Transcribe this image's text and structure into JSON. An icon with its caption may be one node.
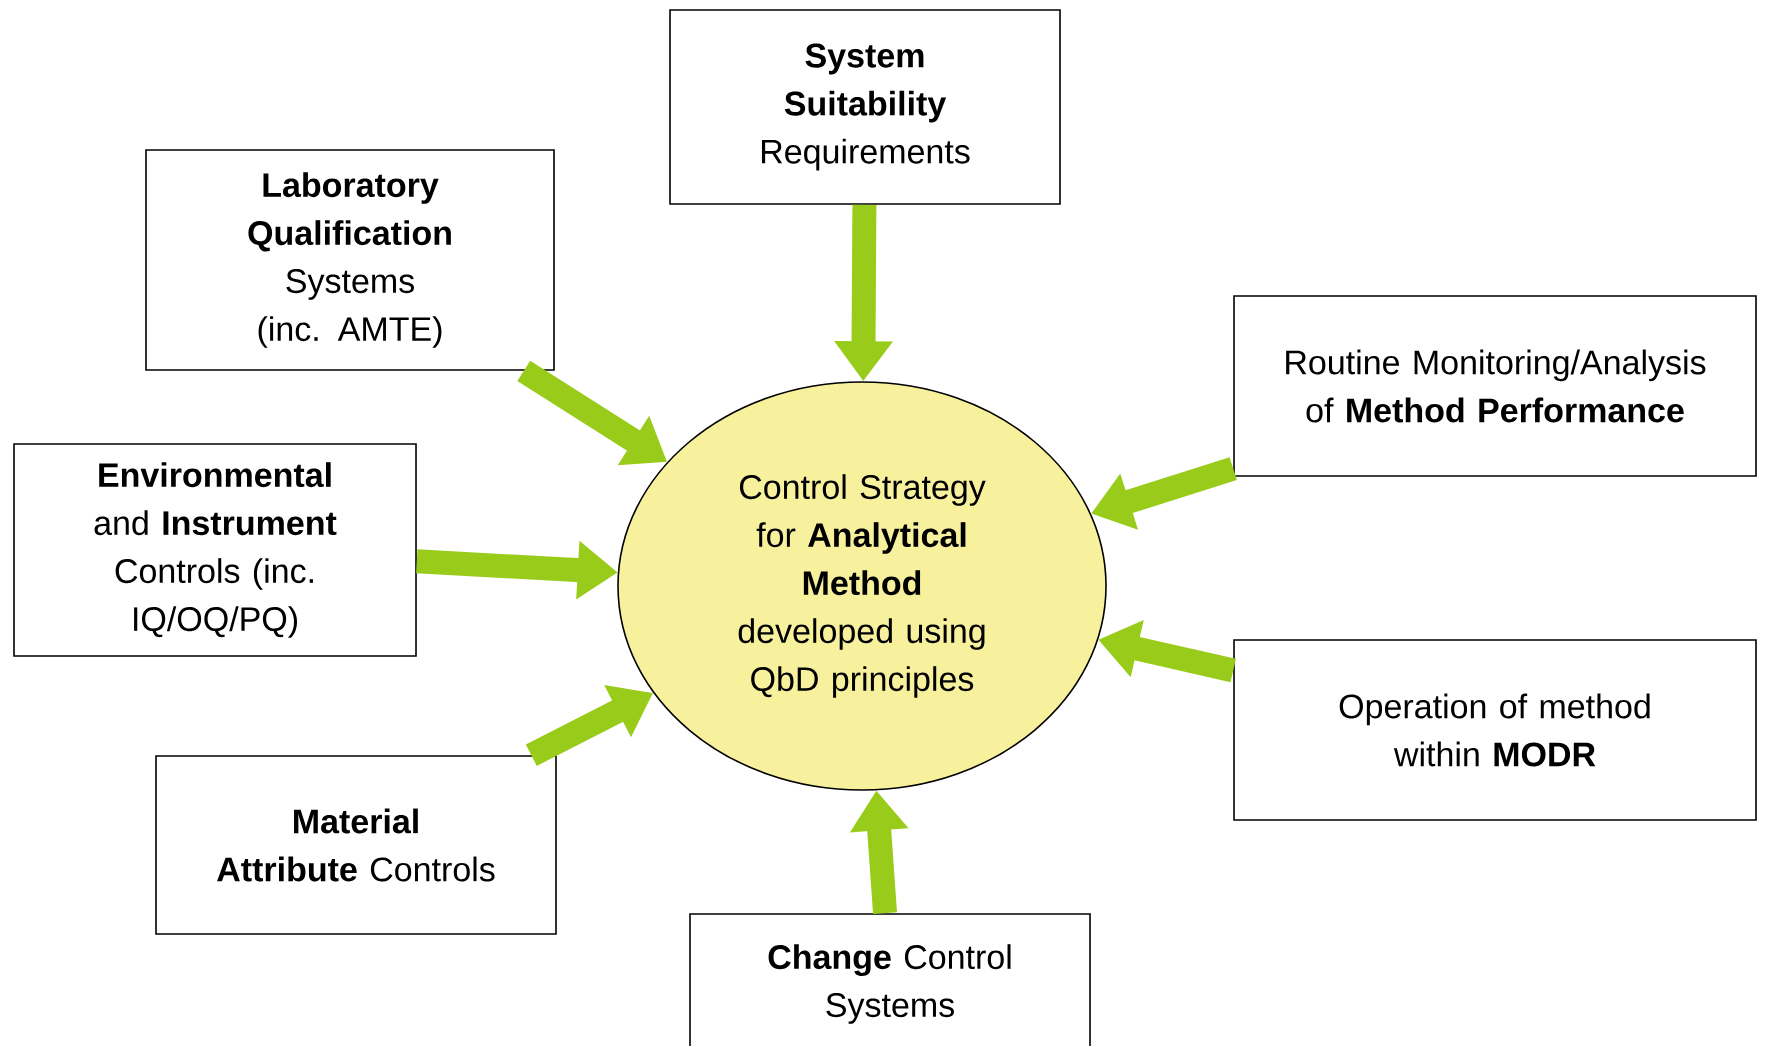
{
  "diagram": {
    "nodes": [
      {
        "text": [
          "**System Suitability** Requirements"
        ]
      },
      {
        "text": [
          "**Laboratory Qualification** Systems (inc. AMTE)"
        ]
      },
      {
        "text": [
          "Routine Monitoring/Analysis of **Method Performance**"
        ]
      },
      {
        "text": [
          "**Environmental** and **Instrument** Controls (inc. IQ/OQ/PQ)"
        ]
      },
      {
        "text": [
          "Control Strategy for **Analytical Method** developed using QbD principles"
        ]
      },
      {
        "text": [
          "Operation of method within **MODR**"
        ]
      },
      {
        "text": [
          "**Material Attribute** Controls"
        ]
      },
      {
        "text": [
          "**Change** Control Systems"
        ]
      }
    ],
    "edges": [
      {
        "from": 0,
        "to": 4,
        "arrow": "to"
      },
      {
        "from": 1,
        "to": 4,
        "arrow": "to"
      },
      {
        "from": 2,
        "to": 4,
        "arrow": "to"
      },
      {
        "from": 3,
        "to": 4,
        "arrow": "to"
      },
      {
        "from": 5,
        "to": 4,
        "arrow": "to"
      },
      {
        "from": 6,
        "to": 4,
        "arrow": "to"
      },
      {
        "from": 7,
        "to": 4,
        "arrow": "to"
      }
    ]
  }
}
